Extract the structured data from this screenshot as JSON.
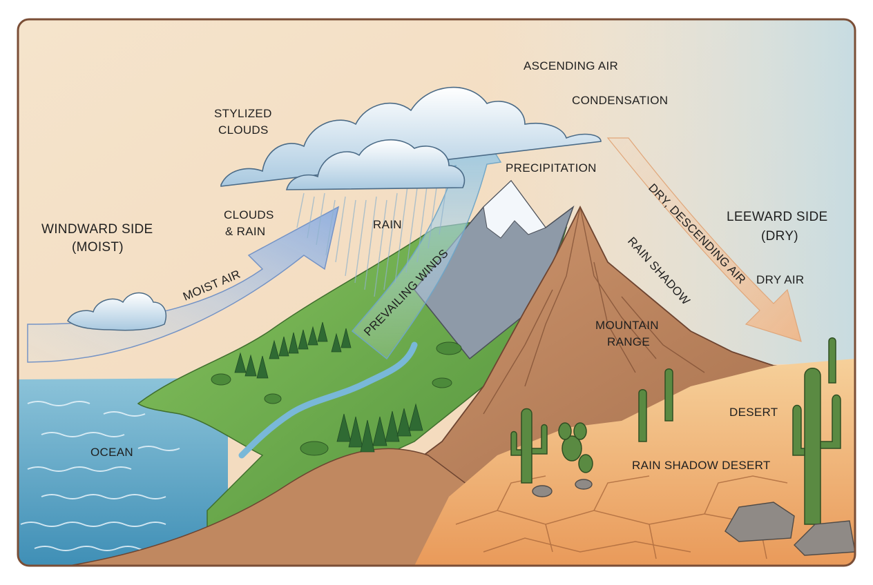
{
  "labels": {
    "ascending_air": "ASCENDING AIR",
    "condensation": "CONDENSATION",
    "stylized_clouds_1": "STYLIZED",
    "stylized_clouds_2": "CLOUDS",
    "precipitation": "PRECIPITATION",
    "clouds_rain_1": "CLOUDS",
    "clouds_rain_2": "& RAIN",
    "rain": "RAIN",
    "windward_1": "WINDWARD SIDE",
    "windward_2": "(MOIST)",
    "leeward_1": "LEEWARD SIDE",
    "leeward_2": "(DRY)",
    "dry_descending_air": "DRY, DESCENDING AIR",
    "rain_shadow": "RAIN SHADOW",
    "dry_air": "DRY AIR",
    "moist_air": "MOIST AIR",
    "prevailing_winds": "PREVAILING WINDS",
    "mountain_range_1": "MOUNTAIN",
    "mountain_range_2": "RANGE",
    "desert": "DESERT",
    "rain_shadow_desert": "RAIN SHADOW DESERT",
    "ocean": "OCEAN"
  },
  "colors": {
    "frame": "#8a5a3c",
    "sky_top": "#cfe4ee",
    "sky_bottom": "#f6dcc0",
    "ocean": "#5fa6c6",
    "grass": "#6fae4e",
    "mountain": "#b8805c",
    "desert": "#efb878",
    "moist_arrow": "#9fb8e0",
    "dry_arrow": "#f1c097"
  }
}
